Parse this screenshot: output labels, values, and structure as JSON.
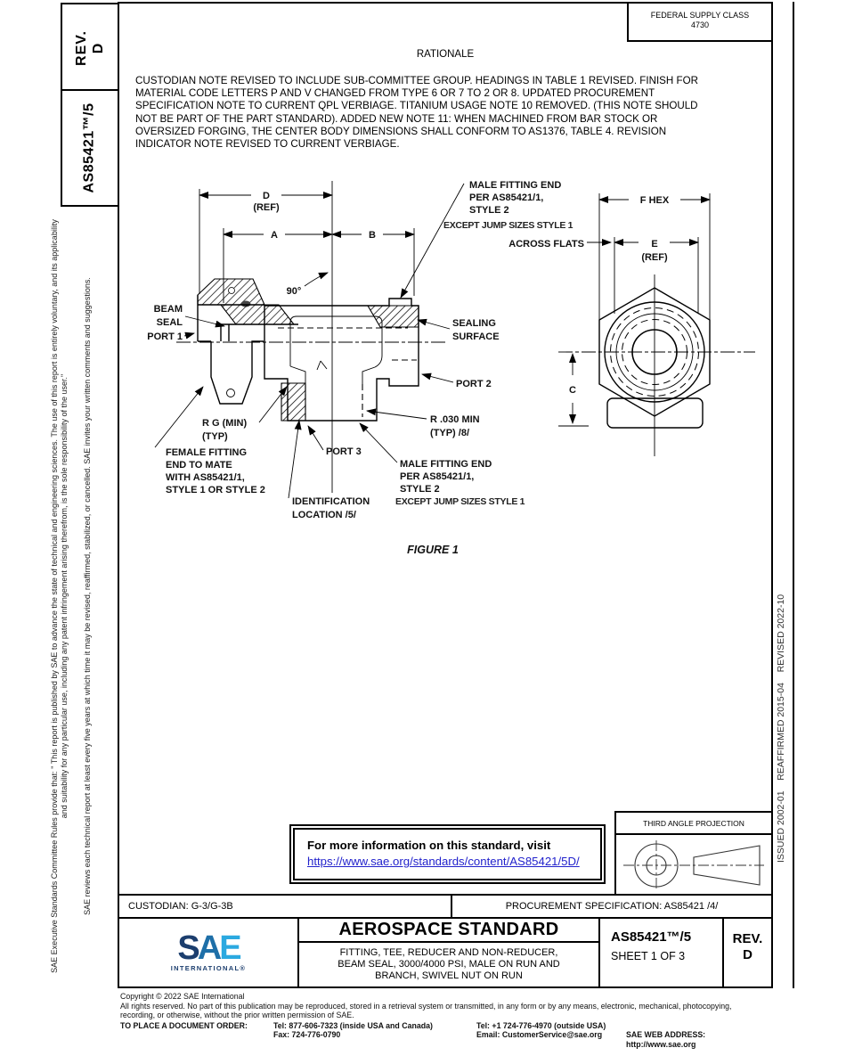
{
  "side_left": {
    "rev_label": "REV.",
    "rev_value": "D",
    "doc_number": "AS85421™/5",
    "notice_committee": "SAE Executive Standards Committee Rules provide that: \" This report is published by SAE to advance the state of technical and engineering sciences. The use of this report is entirely voluntary, and its applicability and suitability for any particular use, including any patent infringement arising therefrom, is the sole responsibility of the user.\"",
    "notice_review": "SAE reviews each technical report at least every five years at which time it may be revised, reaffirmed, stabilized, or cancelled. SAE invites your written comments and suggestions."
  },
  "header": {
    "federal_supply_class_label": "FEDERAL SUPPLY CLASS",
    "federal_supply_class_value": "4730"
  },
  "rationale": {
    "title": "RATIONALE",
    "lines": [
      "CUSTODIAN NOTE REVISED TO INCLUDE SUB-COMMITTEE GROUP. HEADINGS IN TABLE 1 REVISED. FINISH FOR",
      "MATERIAL CODE LETTERS P AND V CHANGED FROM TYPE 6 OR 7 TO 2 OR 8. UPDATED PROCUREMENT",
      "SPECIFICATION NOTE TO CURRENT QPL VERBIAGE. TITANIUM USAGE NOTE 10 REMOVED. (THIS NOTE SHOULD",
      "NOT BE PART OF THE PART STANDARD). ADDED NEW NOTE 11: WHEN MACHINED FROM BAR STOCK OR",
      "OVERSIZED FORGING, THE CENTER BODY DIMENSIONS SHALL CONFORM TO AS1376, TABLE 4. REVISION",
      "INDICATOR NOTE REVISED TO CURRENT VERBIAGE."
    ]
  },
  "figure": {
    "caption": "FIGURE 1",
    "labels": {
      "dim_d": "D",
      "dim_d_ref": "(REF)",
      "dim_a": "A",
      "dim_b": "B",
      "angle": "90°",
      "beam_seal": [
        "BEAM",
        "SEAL"
      ],
      "port1": "PORT 1",
      "port2": "PORT 2",
      "port3": "PORT 3",
      "male_end_top": [
        "MALE FITTING END",
        "PER AS85421/1,",
        "STYLE  2"
      ],
      "except_jump": "EXCEPT JUMP SIZES STYLE 1",
      "sealing_surface": [
        "SEALING",
        "SURFACE"
      ],
      "radius_030": [
        "R .030 MIN",
        "(TYP)  /8/"
      ],
      "radius_g": [
        "R G  (MIN)",
        "(TYP)"
      ],
      "female_end": [
        "FEMALE FITTING",
        "END TO MATE",
        "WITH AS85421/1,",
        "STYLE 1 OR STYLE 2"
      ],
      "identification": [
        "IDENTIFICATION",
        "LOCATION  /5/"
      ],
      "male_end_bottom": [
        "MALE FITTING END",
        "PER AS85421/1,",
        "STYLE 2"
      ],
      "f_hex": "F HEX",
      "across_flats": "ACROSS FLATS",
      "dim_e": "E",
      "dim_e_ref": "(REF)",
      "dim_c": "C"
    }
  },
  "info_box": {
    "intro": "For more information on this standard, visit",
    "link": "https://www.sae.org/standards/content/AS85421/5D/"
  },
  "projection": {
    "title": "THIRD ANGLE PROJECTION"
  },
  "revision_history": "ISSUED 2002-01    REAFFIRMED 2015-04    REVISED 2022-10",
  "footer": {
    "custodian": "CUSTODIAN: G-3/G-3B",
    "procurement": "PROCUREMENT SPECIFICATION: AS85421 /4/",
    "logo_text_s": "S",
    "logo_text_a": "A",
    "logo_text_e": "E",
    "logo_sub": "INTERNATIONAL®",
    "doc_type": "AEROSPACE STANDARD",
    "title_lines": [
      "FITTING, TEE, REDUCER AND NON-REDUCER,",
      "BEAM SEAL, 3000/4000 PSI, MALE ON RUN AND",
      "BRANCH, SWIVEL NUT ON RUN"
    ],
    "doc_number": "AS85421™/5",
    "sheet": "SHEET 1 OF 3",
    "rev_label": "REV.",
    "rev_value": "D"
  },
  "legal": {
    "copyright": "Copyright © 2022 SAE International",
    "rights_line1": "All rights reserved. No part of this publication may be reproduced, stored in a retrieval system or transmitted, in any form or by any means, electronic, mechanical, photocopying,",
    "rights_line2": "recording, or otherwise, without the prior written permission of SAE.",
    "order_label": "TO PLACE A DOCUMENT ORDER:",
    "tel_inside": "Tel: 877-606-7323 (inside USA and Canada)",
    "tel_outside": "Tel: +1 724-776-4970 (outside USA)",
    "fax": "Fax: 724-776-0790",
    "email": "Email: CustomerService@sae.org",
    "web": "SAE WEB ADDRESS: http://www.sae.org"
  },
  "colors": {
    "link": "#2222cc",
    "logo_dark": "#1c3e6e",
    "logo_mid": "#1e6fa8",
    "logo_light": "#2ba9e0"
  }
}
